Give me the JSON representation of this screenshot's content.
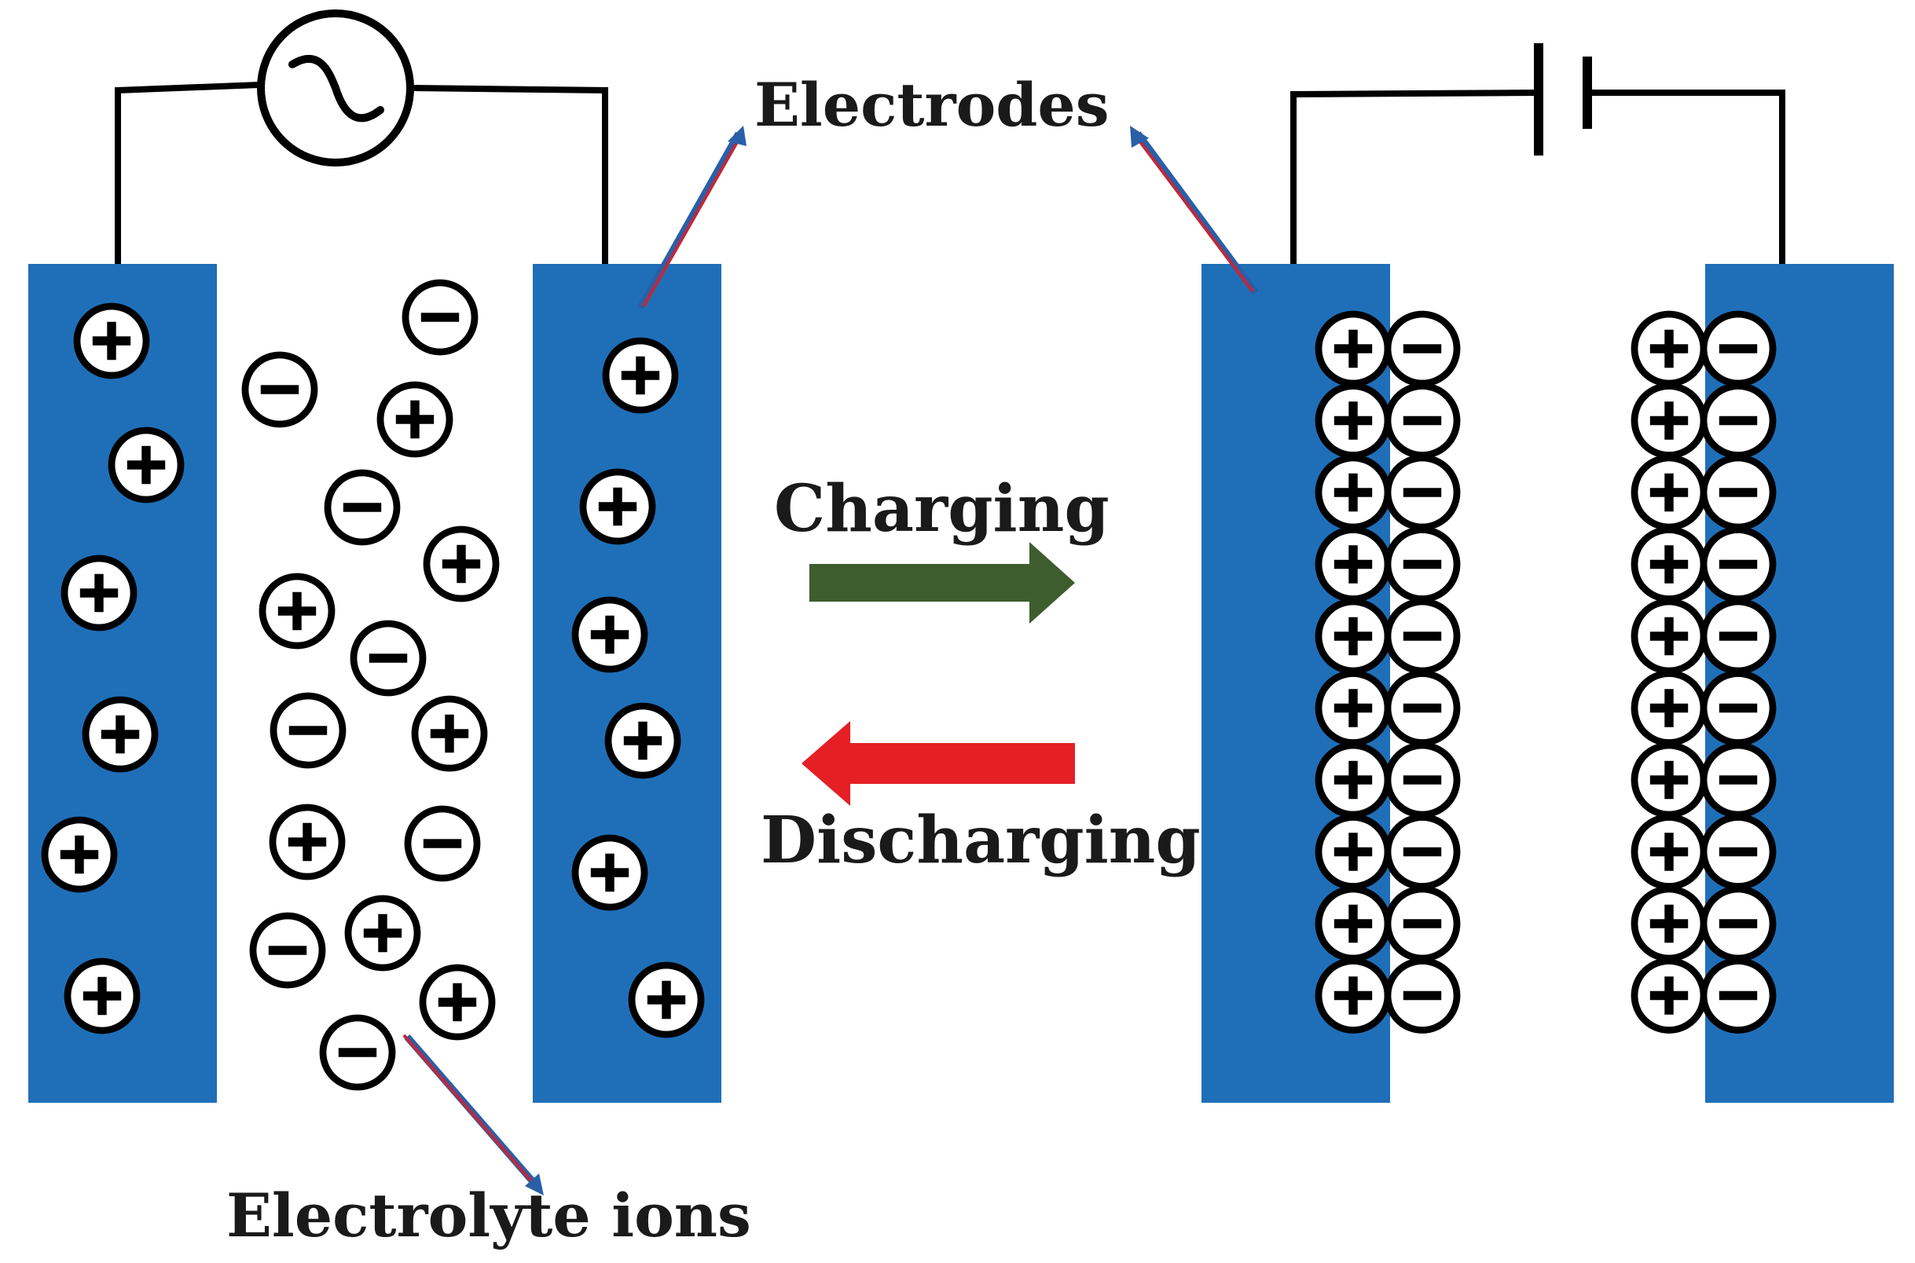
{
  "labels": {
    "electrodes": "Electrodes",
    "charging": "Charging",
    "discharging": "Discharging",
    "electrolyte_ions": "Electrolyte ions"
  },
  "colors": {
    "electrode": "#1f6fb8",
    "charging_arrow": "#3e5d2e",
    "discharging_arrow": "#e51f24",
    "pointer": "#c0283a",
    "wire": "#000000"
  },
  "symbols": {
    "positive": "+",
    "negative": "−"
  }
}
